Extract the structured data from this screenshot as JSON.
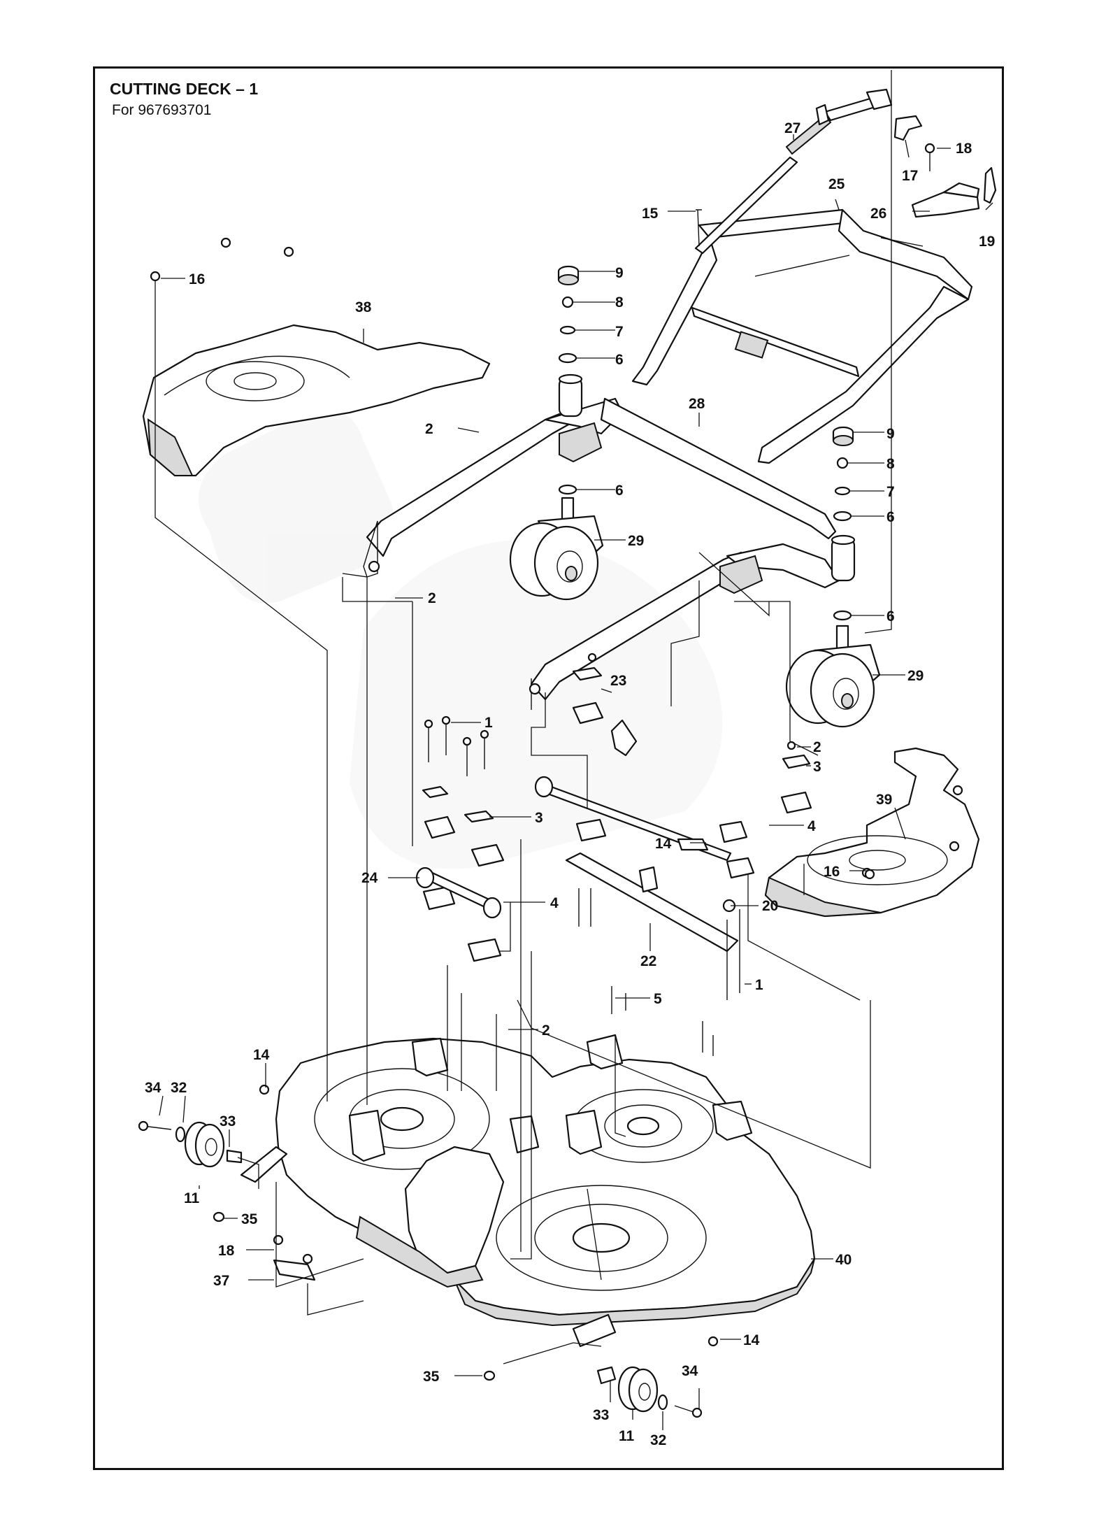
{
  "header": {
    "title": "CUTTING DECK – 1",
    "subtitle": "For 967693701"
  },
  "watermark_color": "#eeeeee",
  "callouts": [
    {
      "id": "c27",
      "text": "27"
    },
    {
      "id": "c18a",
      "text": "18"
    },
    {
      "id": "c17",
      "text": "17"
    },
    {
      "id": "c25",
      "text": "25"
    },
    {
      "id": "c26",
      "text": "26"
    },
    {
      "id": "c19",
      "text": "19"
    },
    {
      "id": "c15",
      "text": "15"
    },
    {
      "id": "c9a",
      "text": "9"
    },
    {
      "id": "c8a",
      "text": "8"
    },
    {
      "id": "c7a",
      "text": "7"
    },
    {
      "id": "c6a",
      "text": "6"
    },
    {
      "id": "c16a",
      "text": "16"
    },
    {
      "id": "c38",
      "text": "38"
    },
    {
      "id": "c28",
      "text": "28"
    },
    {
      "id": "c2a",
      "text": "2"
    },
    {
      "id": "c9b",
      "text": "9"
    },
    {
      "id": "c8b",
      "text": "8"
    },
    {
      "id": "c7b",
      "text": "7"
    },
    {
      "id": "c6b",
      "text": "6"
    },
    {
      "id": "c6c",
      "text": "6"
    },
    {
      "id": "c29a",
      "text": "29"
    },
    {
      "id": "c2b",
      "text": "2"
    },
    {
      "id": "c6d",
      "text": "6"
    },
    {
      "id": "c29b",
      "text": "29"
    },
    {
      "id": "c23",
      "text": "23"
    },
    {
      "id": "c1a",
      "text": "1"
    },
    {
      "id": "c2c",
      "text": "2"
    },
    {
      "id": "c3a",
      "text": "3"
    },
    {
      "id": "c3b",
      "text": "3"
    },
    {
      "id": "c4a",
      "text": "4"
    },
    {
      "id": "c39",
      "text": "39"
    },
    {
      "id": "c14a",
      "text": "14"
    },
    {
      "id": "c24",
      "text": "24"
    },
    {
      "id": "c16b",
      "text": "16"
    },
    {
      "id": "c4b",
      "text": "4"
    },
    {
      "id": "c20",
      "text": "20"
    },
    {
      "id": "c22",
      "text": "22"
    },
    {
      "id": "c1b",
      "text": "1"
    },
    {
      "id": "c5",
      "text": "5"
    },
    {
      "id": "c2d",
      "text": "2"
    },
    {
      "id": "c14b",
      "text": "14"
    },
    {
      "id": "c34a",
      "text": "34"
    },
    {
      "id": "c32a",
      "text": "32"
    },
    {
      "id": "c33a",
      "text": "33"
    },
    {
      "id": "c11a",
      "text": "11"
    },
    {
      "id": "c35a",
      "text": "35"
    },
    {
      "id": "c18b",
      "text": "18"
    },
    {
      "id": "c37",
      "text": "37"
    },
    {
      "id": "c40",
      "text": "40"
    },
    {
      "id": "c14c",
      "text": "14"
    },
    {
      "id": "c35b",
      "text": "35"
    },
    {
      "id": "c34b",
      "text": "34"
    },
    {
      "id": "c33b",
      "text": "33"
    },
    {
      "id": "c11b",
      "text": "11"
    },
    {
      "id": "c32b",
      "text": "32"
    }
  ]
}
